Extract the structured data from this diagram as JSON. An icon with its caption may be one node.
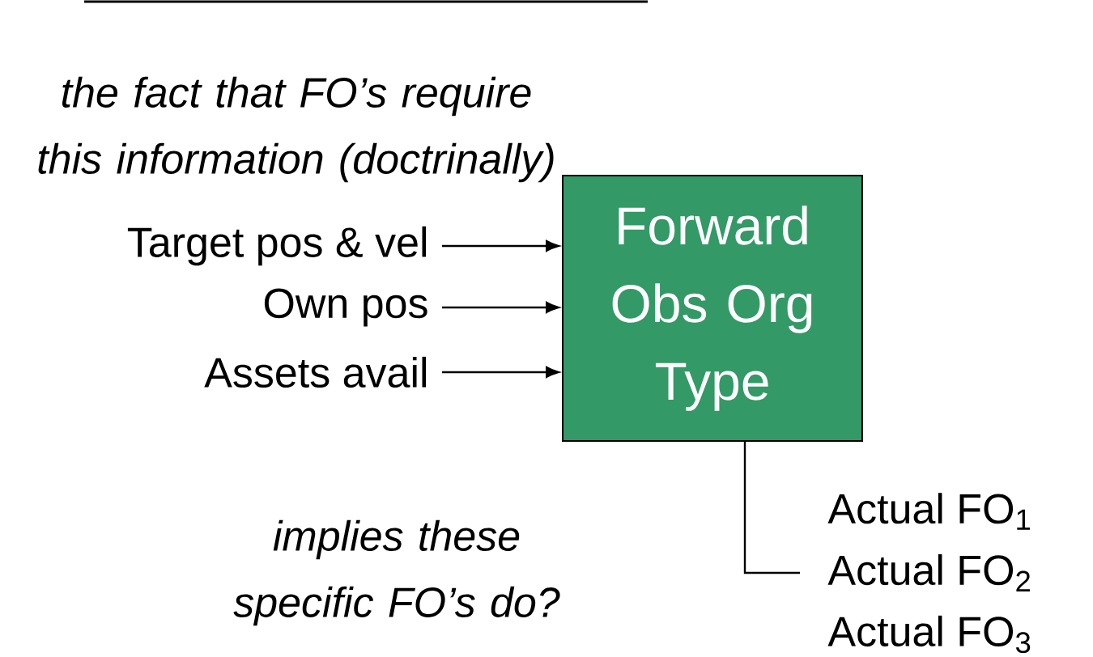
{
  "diagram": {
    "nodes": [
      {
        "text": [
          "Target pos & vel"
        ]
      },
      {
        "text": [
          "Own pos"
        ]
      },
      {
        "text": [
          "Assets avail"
        ]
      },
      {
        "text": [
          "Forward Obs Org Type"
        ]
      },
      {
        "text": [
          "Actual FO$_{1}$"
        ]
      },
      {
        "text": [
          "Actual FO$_{2}$"
        ]
      },
      {
        "text": [
          "Actual FO$_{3}$"
        ]
      }
    ],
    "edges": [
      {
        "from": 0,
        "to": 3,
        "arrow": "to"
      },
      {
        "from": 1,
        "to": 3,
        "arrow": "to"
      },
      {
        "from": 2,
        "to": 3,
        "arrow": "to"
      },
      {
        "from": 3,
        "to": 5,
        "arrow": "none"
      }
    ],
    "labels": [
      "the fact that FO’s require this information (doctrinally)",
      "implies these specific FO’s do?"
    ]
  }
}
